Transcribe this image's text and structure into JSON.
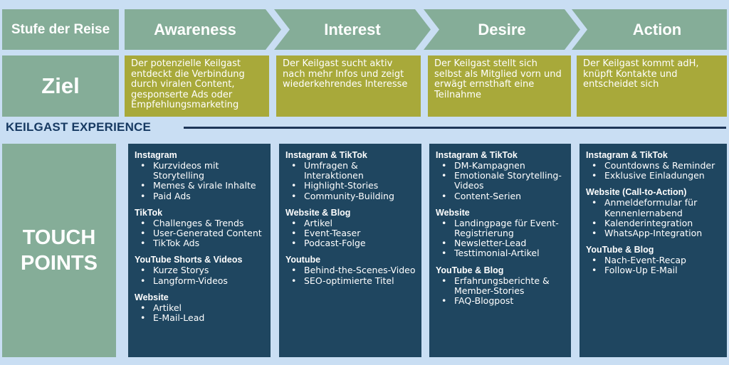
{
  "stage_row": {
    "label": "Stufe der Reise",
    "stages": [
      "Awareness",
      "Interest",
      "Desire",
      "Action"
    ]
  },
  "goal_row": {
    "label": "Ziel",
    "goals": [
      "Der potenzielle Keilgast entdeckt die Verbindung durch viralen Content, gesponserte Ads oder Empfehlungsmarketing",
      "Der Keilgast sucht aktiv nach mehr Infos und zeigt wiederkehrendes Interesse",
      "Der Keilgast stellt sich selbst als Mitglied vorn und erwägt ernsthaft eine Teilnahme",
      "Der Keilgast kommt adH, knüpft Kontakte und entscheidet sich"
    ]
  },
  "experience_label": "KEILGAST EXPERIENCE",
  "touch_points": {
    "label": "TOUCH\nPOINTS",
    "columns": [
      {
        "groups": [
          {
            "title": "Instagram",
            "items": [
              "Kurzvideos mit Storytelling",
              "Memes & virale Inhalte",
              "Paid Ads"
            ]
          },
          {
            "title": "TikTok",
            "items": [
              "Challenges & Trends",
              "User-Generated Content",
              "TikTok Ads"
            ]
          },
          {
            "title": "YouTube Shorts & Videos",
            "items": [
              "Kurze Storys",
              "Langform-Videos"
            ]
          },
          {
            "title": "Website",
            "items": [
              "Artikel",
              "E-Mail-Lead"
            ]
          }
        ]
      },
      {
        "groups": [
          {
            "title": "Instagram & TikTok",
            "items": [
              "Umfragen & Interaktionen",
              "Highlight-Stories",
              "Community-Building"
            ]
          },
          {
            "title": "Website & Blog",
            "items": [
              "Artikel",
              "Event-Teaser",
              "Podcast-Folge"
            ]
          },
          {
            "title": "Youtube",
            "items": [
              "Behind-the-Scenes-Video",
              "SEO-optimierte Titel"
            ]
          }
        ]
      },
      {
        "groups": [
          {
            "title": "Instagram & TikTok",
            "items": [
              "DM-Kampagnen",
              "Emotionale Storytelling-Videos",
              "Content-Serien"
            ]
          },
          {
            "title": "Website",
            "items": [
              "Landingpage für Event-Registrierung",
              "Newsletter-Lead",
              "Testtimonial-Artikel"
            ]
          },
          {
            "title": "YouTube & Blog",
            "items": [
              "Erfahrungsberichte & Member-Stories",
              "FAQ-Blogpost"
            ]
          }
        ]
      },
      {
        "groups": [
          {
            "title": "Instagram & TikTok",
            "items": [
              "Countdowns & Reminder",
              "Exklusive Einladungen"
            ]
          },
          {
            "title": "Website (Call-to-Action)",
            "items": [
              "Anmeldeformular für Kennenlernabend",
              "Kalenderintegration",
              "WhatsApp-Integration"
            ]
          },
          {
            "title": "YouTube & Blog",
            "items": [
              "Nach-Event-Recap",
              "Follow-Up E-Mail"
            ]
          }
        ]
      }
    ]
  }
}
